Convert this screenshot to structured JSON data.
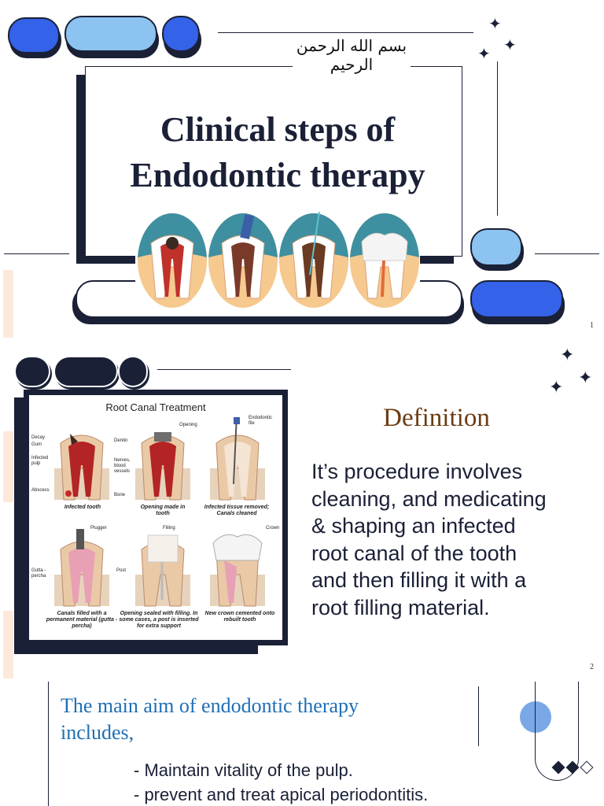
{
  "slide1": {
    "basmala": "بسم الله الرحمن الرحيم",
    "title_line1": "Clinical steps of",
    "title_line2": "Endodontic therapy",
    "page_number": "1"
  },
  "slide2": {
    "figure": {
      "title": "Root Canal Treatment",
      "labels": {
        "decay": "Decay",
        "gum": "Gum",
        "infected_pulp": "Infected pulp",
        "abscess": "Abscess",
        "dentin": "Dentin",
        "nerves": "Nerves, blood vessels",
        "bone": "Bone",
        "opening": "Opening",
        "endodontic_file": "Endodontic file",
        "plugger": "Plugger",
        "gutta_percha": "Gutta - percha",
        "filling": "Filling",
        "post": "Post",
        "crown": "Crown"
      },
      "captions": [
        "Infected tooth",
        "Opening made in tooth",
        "Infected tissue removed; Canals cleaned",
        "Canals filled with a permanent material (gutta - percha)",
        "Opening sealed with filling. In some cases, a post is inserted for extra support",
        "New crown cemented onto rebuilt tooth"
      ]
    },
    "heading": "Definition",
    "definition_lines": [
      "It’s procedure involves",
      "cleaning, and medicating",
      "& shaping an infected",
      "root canal of the tooth",
      "and then filling it with a",
      "root filling material."
    ],
    "page_number": "2"
  },
  "slide3": {
    "aim_line1": "The main aim  of endodontic  therapy",
    "aim_line2": "includes,",
    "bullets": [
      "- Maintain vitality of the  pulp.",
      "- prevent and treat apical periodontitis."
    ]
  },
  "colors": {
    "navy": "#1a2036",
    "royal_blue": "#3462e8",
    "light_blue": "#8cc3f0",
    "brown_heading": "#6b3b12",
    "aim_blue": "#1f6fb5"
  }
}
